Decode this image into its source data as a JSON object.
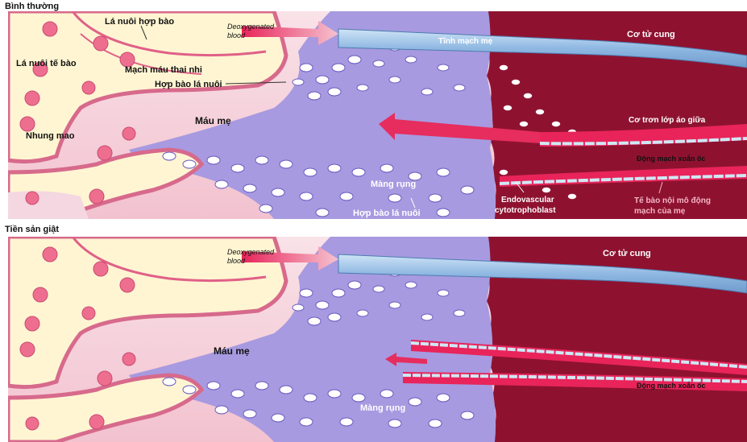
{
  "panels": [
    {
      "title": "Bình thường",
      "labels": {
        "la_nuoi_hop_bao": "Lá nuôi hợp bào",
        "deoxy_1": "Deoxygenated",
        "deoxy_2": "blood",
        "tinh_mach_me": "Tĩnh mạch mẹ",
        "co_tu_cung": "Cơ tử cung",
        "la_nuoi_te_bao": "Lá nuôi tế bào",
        "mach_mau_thai_nhi": "Mạch máu thai nhi",
        "hop_bao_la_nuoi": "Hợp bào lá nuôi",
        "mau_me": "Máu mẹ",
        "co_tron": "Cơ trơn lớp áo giữa",
        "nhung_mao": "Nhung mao",
        "dong_mach_xoan_oc": "Động mạch xoắn ốc",
        "mang_rung": "Màng rụng",
        "hop_bao_la_nuoi_2": "Hợp bào lá nuôi",
        "endo_1": "Endovascular",
        "endo_2": "cytotrophoblast",
        "te_bao_noi_mo_1": "Tế bào nội mô động",
        "te_bao_noi_mo_2": "mạch của  mẹ"
      }
    },
    {
      "title": "Tiền sản giật",
      "labels": {
        "deoxy_1": "Deoxygenated",
        "deoxy_2": "blood",
        "co_tu_cung": "Cơ tử cung",
        "mau_me": "Máu mẹ",
        "dong_mach_xoan_oc": "Động mạch xoắn ốc",
        "mang_rung": "Màng rụng"
      }
    }
  ],
  "colors": {
    "myometrium": "#8e1230",
    "decidua": "#a79ae0",
    "villus": "#fff5d2",
    "maternal_blood": "#f6d3dc",
    "vein": "#93bbe4",
    "artery": "#e8245a",
    "arrow": "#e62d5e",
    "fetal_vessel": "#ee6e90"
  }
}
